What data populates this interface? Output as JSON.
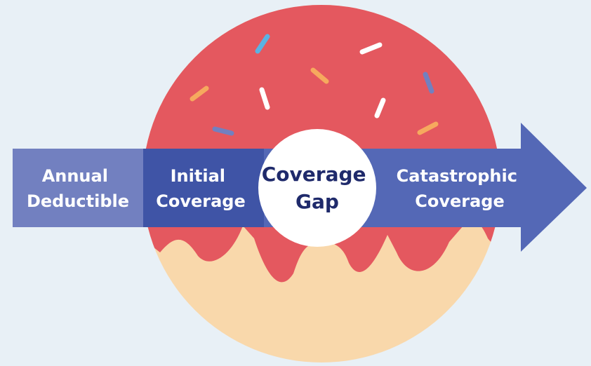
{
  "labels": {
    "annual_deductible": [
      "Annual",
      "Deductible"
    ],
    "initial_coverage": [
      "Initial",
      "Coverage"
    ],
    "coverage_gap": [
      "Coverage",
      "Gap"
    ],
    "catastrophic_coverage": [
      "Catastrophic",
      "Coverage"
    ]
  },
  "colors": {
    "background": "#e8f0f6",
    "frosting": "#e4585f",
    "dough": "#f9d8ab",
    "arrow_light": "#7280c0",
    "arrow_dark": "#3f54a6",
    "arrow_main": "#5468b6",
    "hole": "#ffffff",
    "hole_text": "#1f2a6b",
    "label_text": "#ffffff",
    "sprinkles": [
      "#5bb2e3",
      "#ffffff",
      "#f6a95e",
      "#7280c0"
    ]
  }
}
